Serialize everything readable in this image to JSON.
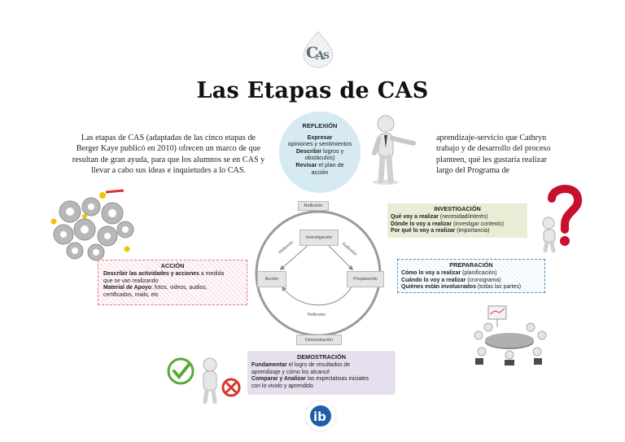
{
  "logo": {
    "letters": "CAS"
  },
  "title": "Las Etapas de CAS",
  "intro_left": "Las etapas de CAS (adaptadas de las cinco etapas de Berger Kaye publicó en 2010) ofrecen un marco de que resultan de gran ayuda, para que los alumnos se en CAS y llevar a cabo sus ideas e inquietudes a lo CAS.",
  "intro_right": [
    "aprendizaje-servicio que Cathryn",
    "trabajo y de desarrollo del proceso",
    "planteen, qué les gustaría realizar",
    "largo del Programa de"
  ],
  "reflexion": {
    "heading": "REFLEXIÓN",
    "lines": [
      {
        "bold": "Expresar",
        "text": ""
      },
      {
        "bold": "",
        "text": "opiniones y sentimientos"
      },
      {
        "bold": "Describir",
        "text": " logros y"
      },
      {
        "bold": "",
        "text": "obstáculos)"
      },
      {
        "bold": "Revisar",
        "text": " el plan de"
      },
      {
        "bold": "",
        "text": "acción"
      }
    ]
  },
  "investigacion": {
    "heading": "INVESTIGACIÓN",
    "lines": [
      {
        "bold": "Qué voy a realizar",
        "text": " (necesidad/interés)"
      },
      {
        "bold": "Dónde lo voy a realizar",
        "text": " (investigar contexto)"
      },
      {
        "bold": "Por qué lo voy a realizar",
        "text": " (importancia)"
      }
    ]
  },
  "preparacion": {
    "heading": "PREPARACIÓN",
    "lines": [
      {
        "bold": "Cómo lo voy a realizar",
        "text": " (planificación)"
      },
      {
        "bold": "Cuándo lo voy a realizar",
        "text": " (cronograma)"
      },
      {
        "bold": "Quiénes están involucrados",
        "text": " (todas las partes)"
      }
    ]
  },
  "accion": {
    "heading": "ACCIÓN",
    "lines": [
      {
        "bold": "Describir las actividades y acciones",
        "text": " a medida"
      },
      {
        "bold": "",
        "text": "que se van realizando"
      },
      {
        "bold": "Material de Apoyo",
        "text": ": fotos, videos, audios,"
      },
      {
        "bold": "",
        "text": "certificados, mails, etc"
      }
    ]
  },
  "demostracion": {
    "heading": "DEMOSTRACIÓN",
    "lines": [
      {
        "bold": "Fundamentar",
        "text": " el logro de resultados de"
      },
      {
        "bold": "",
        "text": "aprendizaje y cómo los alcancé"
      },
      {
        "bold": "Comparar y Analizar",
        "text": " las expectativas iniciales"
      },
      {
        "bold": "",
        "text": "con lo vivido y aprendido"
      }
    ]
  },
  "cycle": {
    "top": "Reflexión",
    "investigacion": "Investigación",
    "preparacion": "Preparación",
    "accion": "Acción",
    "bottom": "Demostración",
    "arrow_right": "Reflexión",
    "arrow_left": "Reflexión",
    "arrow_bottom": "Reflexión"
  },
  "ib_logo": {
    "letters": "ib"
  },
  "colors": {
    "reflexion": "#d6eaf2",
    "investigacion": "#e8eed5",
    "preparacion": "#4b8fb7",
    "accion": "#e07a8a",
    "demostracion": "#e6dfed",
    "question_mark": "#c8102e",
    "check": "#5aa832",
    "cross": "#d9332b"
  }
}
